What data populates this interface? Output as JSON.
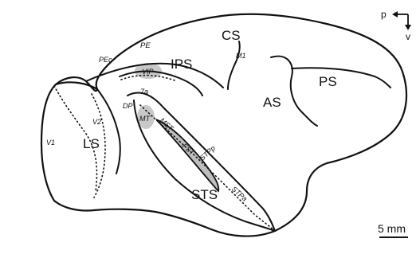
{
  "orientation": {
    "posterior": "p",
    "ventral": "v"
  },
  "sulci": {
    "cs": "CS",
    "ips": "IPS",
    "as": "AS",
    "ps": "PS",
    "ls": "LS",
    "sts": "STS"
  },
  "areas": {
    "pe": "PE",
    "pec": "PEc",
    "vip": "VIP",
    "m1": "M1",
    "v1": "V1",
    "v2": "V2",
    "dp": "DP",
    "mt": "MT",
    "mst": "MST",
    "fst": "FST",
    "stpp": "STPp",
    "stpa": "STPa",
    "ia": "7a"
  },
  "scale_bar": {
    "label": "5 mm"
  },
  "colors": {
    "line": "#111111",
    "highlight": "#c8c8c8",
    "fundus_fill": "#bebebe",
    "background": "#ffffff"
  }
}
